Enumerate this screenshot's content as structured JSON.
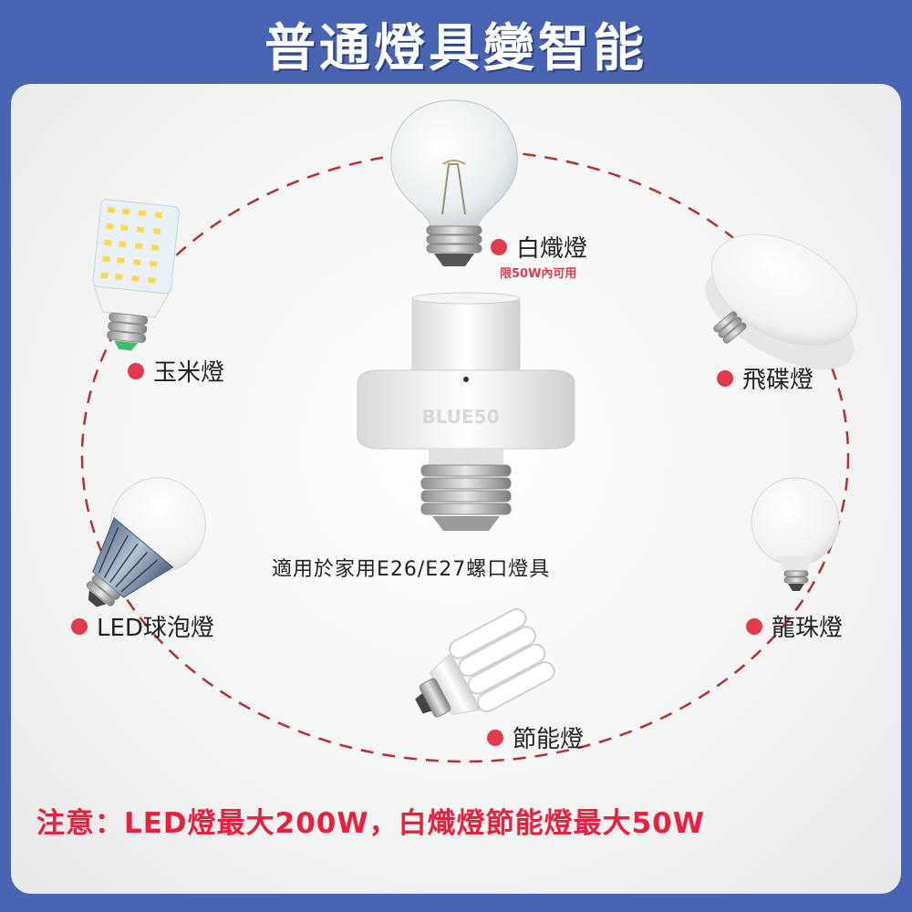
{
  "header": {
    "title": "普通燈具變智能"
  },
  "product": {
    "brand": "BLUE50",
    "compat_text": "適用於家用E26/E27螺口燈具"
  },
  "bulbs": [
    {
      "label": "白熾燈",
      "note": "限50W內可用"
    },
    {
      "label": "飛碟燈"
    },
    {
      "label": "龍珠燈"
    },
    {
      "label": "節能燈"
    },
    {
      "label": "LED球泡燈"
    },
    {
      "label": "玉米燈"
    }
  ],
  "footer": {
    "warning": "注意：LED燈最大200W，白熾燈節能燈最大50W"
  },
  "colors": {
    "banner": "#4a64b4",
    "dot": "#e23a4a",
    "warning": "#e8203c",
    "dashed_ring": "#b53030"
  }
}
